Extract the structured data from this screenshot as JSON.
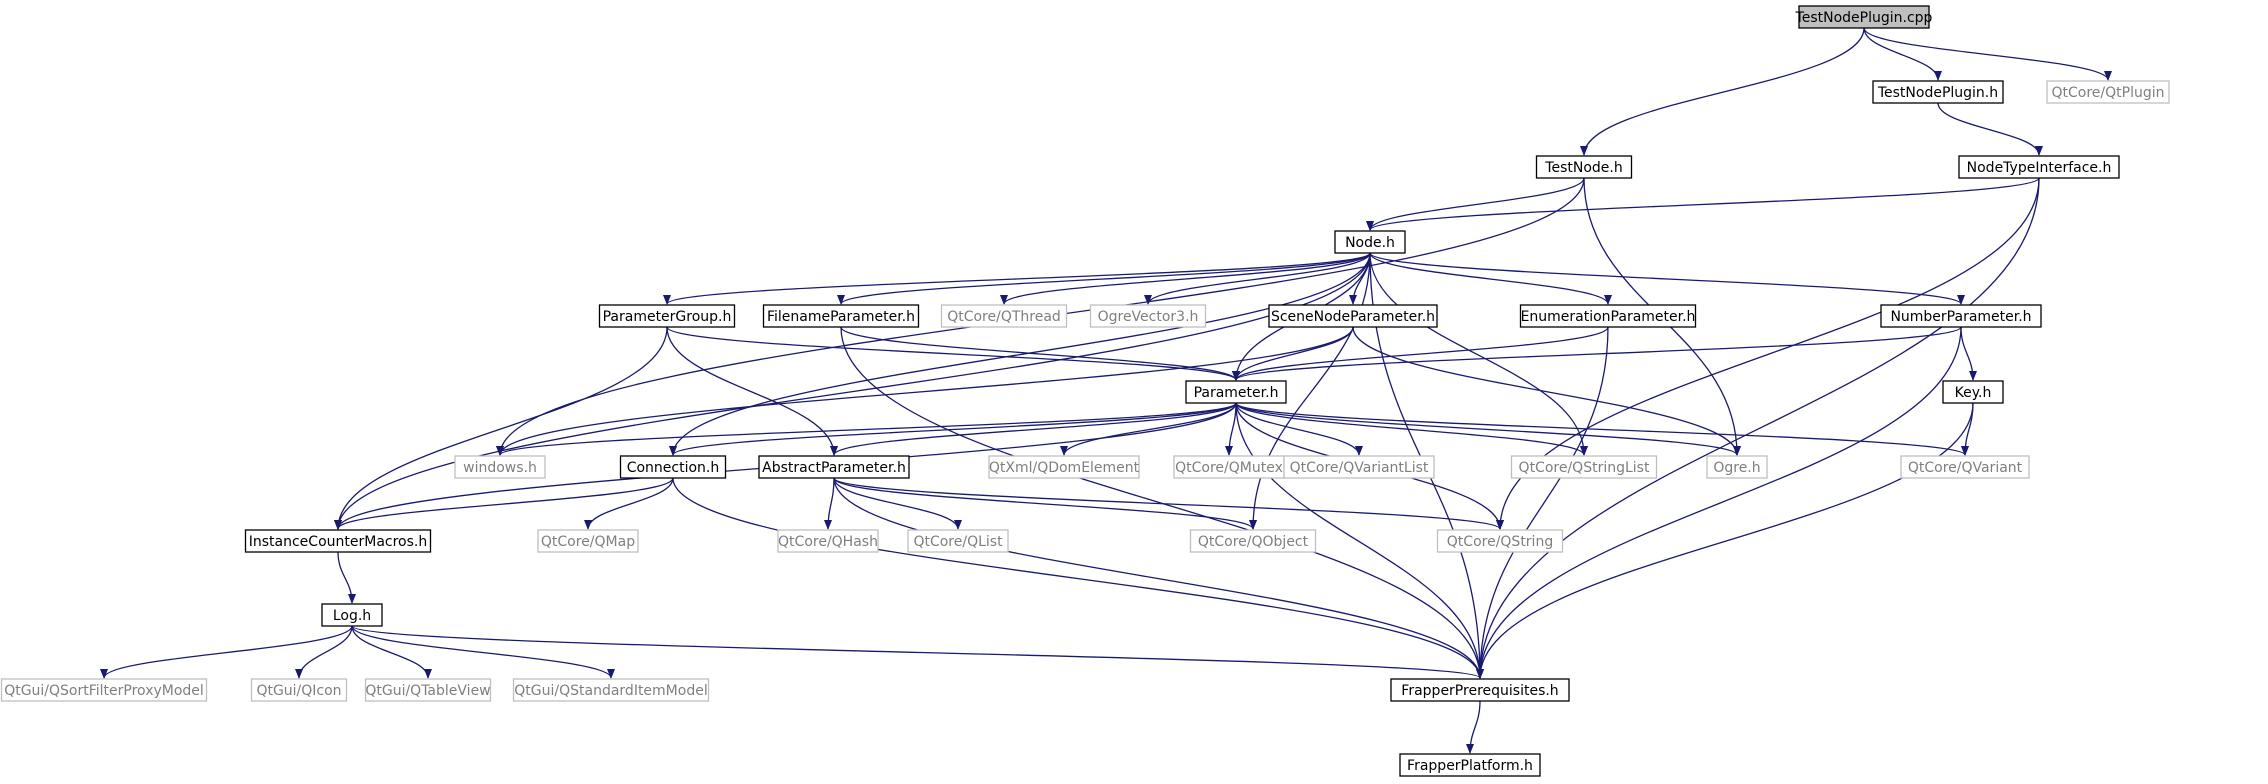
{
  "nodes": [
    {
      "id": "testnodeplugin_cpp",
      "label": "TestNodePlugin.cpp",
      "kind": "root"
    },
    {
      "id": "testnodeplugin_h",
      "label": "TestNodePlugin.h",
      "kind": "int"
    },
    {
      "id": "qtplugin",
      "label": "QtCore/QtPlugin",
      "kind": "ext"
    },
    {
      "id": "testnode_h",
      "label": "TestNode.h",
      "kind": "int"
    },
    {
      "id": "nodetypeinterface_h",
      "label": "NodeTypeInterface.h",
      "kind": "int"
    },
    {
      "id": "node_h",
      "label": "Node.h",
      "kind": "int"
    },
    {
      "id": "parametergroup_h",
      "label": "ParameterGroup.h",
      "kind": "int"
    },
    {
      "id": "filenameparameter_h",
      "label": "FilenameParameter.h",
      "kind": "int"
    },
    {
      "id": "qthread",
      "label": "QtCore/QThread",
      "kind": "ext"
    },
    {
      "id": "ogrevector3",
      "label": "OgreVector3.h",
      "kind": "ext"
    },
    {
      "id": "scenenodeparameter_h",
      "label": "SceneNodeParameter.h",
      "kind": "int"
    },
    {
      "id": "enumerationparameter_h",
      "label": "EnumerationParameter.h",
      "kind": "int"
    },
    {
      "id": "numberparameter_h",
      "label": "NumberParameter.h",
      "kind": "int"
    },
    {
      "id": "parameter_h",
      "label": "Parameter.h",
      "kind": "int"
    },
    {
      "id": "key_h",
      "label": "Key.h",
      "kind": "int"
    },
    {
      "id": "windows_h",
      "label": "windows.h",
      "kind": "ext"
    },
    {
      "id": "connection_h",
      "label": "Connection.h",
      "kind": "int"
    },
    {
      "id": "abstractparameter_h",
      "label": "AbstractParameter.h",
      "kind": "int"
    },
    {
      "id": "qdomelement",
      "label": "QtXml/QDomElement",
      "kind": "ext"
    },
    {
      "id": "qmutex",
      "label": "QtCore/QMutex",
      "kind": "ext"
    },
    {
      "id": "qvariantlist",
      "label": "QtCore/QVariantList",
      "kind": "ext"
    },
    {
      "id": "qstringlist",
      "label": "QtCore/QStringList",
      "kind": "ext"
    },
    {
      "id": "ogre_h",
      "label": "Ogre.h",
      "kind": "ext"
    },
    {
      "id": "qvariant",
      "label": "QtCore/QVariant",
      "kind": "ext"
    },
    {
      "id": "instancecountermacros_h",
      "label": "InstanceCounterMacros.h",
      "kind": "int"
    },
    {
      "id": "qmap",
      "label": "QtCore/QMap",
      "kind": "ext"
    },
    {
      "id": "qhash",
      "label": "QtCore/QHash",
      "kind": "ext"
    },
    {
      "id": "qlist",
      "label": "QtCore/QList",
      "kind": "ext"
    },
    {
      "id": "qobject",
      "label": "QtCore/QObject",
      "kind": "ext"
    },
    {
      "id": "qstring",
      "label": "QtCore/QString",
      "kind": "ext"
    },
    {
      "id": "log_h",
      "label": "Log.h",
      "kind": "int"
    },
    {
      "id": "qsortfilterproxymodel",
      "label": "QtGui/QSortFilterProxyModel",
      "kind": "ext"
    },
    {
      "id": "qicon",
      "label": "QtGui/QIcon",
      "kind": "ext"
    },
    {
      "id": "qtableview",
      "label": "QtGui/QTableView",
      "kind": "ext"
    },
    {
      "id": "qstandarditemmodel",
      "label": "QtGui/QStandardItemModel",
      "kind": "ext"
    },
    {
      "id": "frapperprerequisites_h",
      "label": "FrapperPrerequisites.h",
      "kind": "int"
    },
    {
      "id": "frapperplatform_h",
      "label": "FrapperPlatform.h",
      "kind": "int"
    }
  ],
  "edges": [
    [
      "testnodeplugin_cpp",
      "testnodeplugin_h"
    ],
    [
      "testnodeplugin_cpp",
      "qtplugin"
    ],
    [
      "testnodeplugin_cpp",
      "testnode_h"
    ],
    [
      "testnodeplugin_h",
      "nodetypeinterface_h"
    ],
    [
      "testnode_h",
      "node_h"
    ],
    [
      "testnode_h",
      "windows_h"
    ],
    [
      "testnode_h",
      "ogre_h"
    ],
    [
      "nodetypeinterface_h",
      "node_h"
    ],
    [
      "nodetypeinterface_h",
      "qstring"
    ],
    [
      "nodetypeinterface_h",
      "frapperprerequisites_h"
    ],
    [
      "node_h",
      "parametergroup_h"
    ],
    [
      "node_h",
      "filenameparameter_h"
    ],
    [
      "node_h",
      "qthread"
    ],
    [
      "node_h",
      "ogrevector3"
    ],
    [
      "node_h",
      "scenenodeparameter_h"
    ],
    [
      "node_h",
      "enumerationparameter_h"
    ],
    [
      "node_h",
      "numberparameter_h"
    ],
    [
      "node_h",
      "parameter_h"
    ],
    [
      "node_h",
      "connection_h"
    ],
    [
      "node_h",
      "instancecountermacros_h"
    ],
    [
      "node_h",
      "qobject"
    ],
    [
      "node_h",
      "qstringlist"
    ],
    [
      "node_h",
      "frapperprerequisites_h"
    ],
    [
      "parametergroup_h",
      "parameter_h"
    ],
    [
      "parametergroup_h",
      "abstractparameter_h"
    ],
    [
      "parametergroup_h",
      "instancecountermacros_h"
    ],
    [
      "filenameparameter_h",
      "parameter_h"
    ],
    [
      "filenameparameter_h",
      "frapperprerequisites_h"
    ],
    [
      "scenenodeparameter_h",
      "parameter_h"
    ],
    [
      "scenenodeparameter_h",
      "windows_h"
    ],
    [
      "scenenodeparameter_h",
      "ogre_h"
    ],
    [
      "enumerationparameter_h",
      "parameter_h"
    ],
    [
      "enumerationparameter_h",
      "frapperprerequisites_h"
    ],
    [
      "numberparameter_h",
      "parameter_h"
    ],
    [
      "numberparameter_h",
      "key_h"
    ],
    [
      "numberparameter_h",
      "frapperprerequisites_h"
    ],
    [
      "key_h",
      "qvariant"
    ],
    [
      "key_h",
      "frapperprerequisites_h"
    ],
    [
      "parameter_h",
      "windows_h"
    ],
    [
      "parameter_h",
      "connection_h"
    ],
    [
      "parameter_h",
      "abstractparameter_h"
    ],
    [
      "parameter_h",
      "qdomelement"
    ],
    [
      "parameter_h",
      "qmutex"
    ],
    [
      "parameter_h",
      "qvariantlist"
    ],
    [
      "parameter_h",
      "qstringlist"
    ],
    [
      "parameter_h",
      "ogre_h"
    ],
    [
      "parameter_h",
      "qvariant"
    ],
    [
      "parameter_h",
      "qstring"
    ],
    [
      "parameter_h",
      "instancecountermacros_h"
    ],
    [
      "parameter_h",
      "frapperprerequisites_h"
    ],
    [
      "connection_h",
      "instancecountermacros_h"
    ],
    [
      "connection_h",
      "qmap"
    ],
    [
      "connection_h",
      "frapperprerequisites_h"
    ],
    [
      "abstractparameter_h",
      "qhash"
    ],
    [
      "abstractparameter_h",
      "qlist"
    ],
    [
      "abstractparameter_h",
      "qobject"
    ],
    [
      "abstractparameter_h",
      "qstring"
    ],
    [
      "abstractparameter_h",
      "frapperprerequisites_h"
    ],
    [
      "instancecountermacros_h",
      "log_h"
    ],
    [
      "log_h",
      "qsortfilterproxymodel"
    ],
    [
      "log_h",
      "qicon"
    ],
    [
      "log_h",
      "qtableview"
    ],
    [
      "log_h",
      "qstandarditemmodel"
    ],
    [
      "log_h",
      "frapperprerequisites_h"
    ],
    [
      "frapperprerequisites_h",
      "frapperplatform_h"
    ]
  ]
}
